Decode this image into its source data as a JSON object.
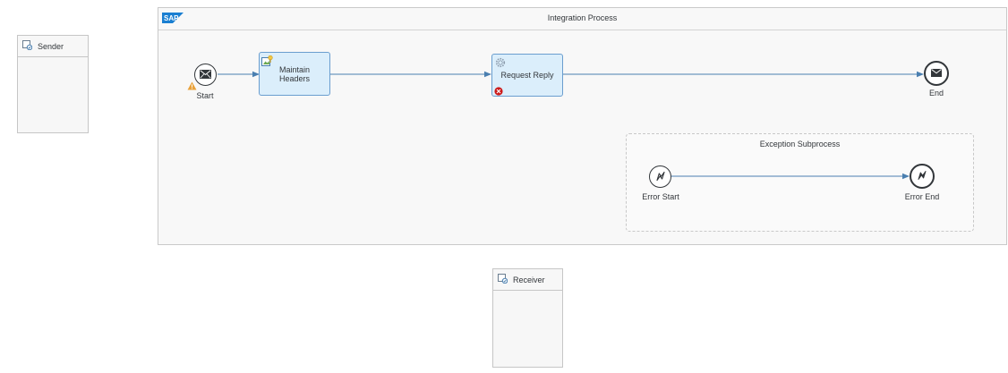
{
  "sender": {
    "label": "Sender",
    "icon": "participant-icon"
  },
  "receiver": {
    "label": "Receiver",
    "icon": "participant-icon"
  },
  "integration_process": {
    "title": "Integration Process",
    "logo_text": "SAP",
    "start_event": {
      "label": "Start",
      "icon": "envelope-icon",
      "warning_icon": "warning-triangle-icon"
    },
    "maintain_headers": {
      "label_line1": "Maintain",
      "label_line2": "Headers",
      "icon": "content-modifier-icon"
    },
    "request_reply": {
      "label": "Request Reply",
      "icon": "gear-icon",
      "error_icon": "error-circle-icon"
    },
    "end_event": {
      "label": "End",
      "icon": "envelope-icon"
    }
  },
  "exception_subprocess": {
    "title": "Exception Subprocess",
    "error_start": {
      "label": "Error Start",
      "icon": "lightning-icon"
    },
    "error_end": {
      "label": "Error End",
      "icon": "lightning-icon"
    }
  },
  "colors": {
    "task_fill": "#dbeefb",
    "task_border": "#6a9ecf",
    "flow_line": "#4a7fb0",
    "warning": "#e9a23b",
    "error": "#cc1919",
    "sap_blue": "#1a7fd1"
  }
}
